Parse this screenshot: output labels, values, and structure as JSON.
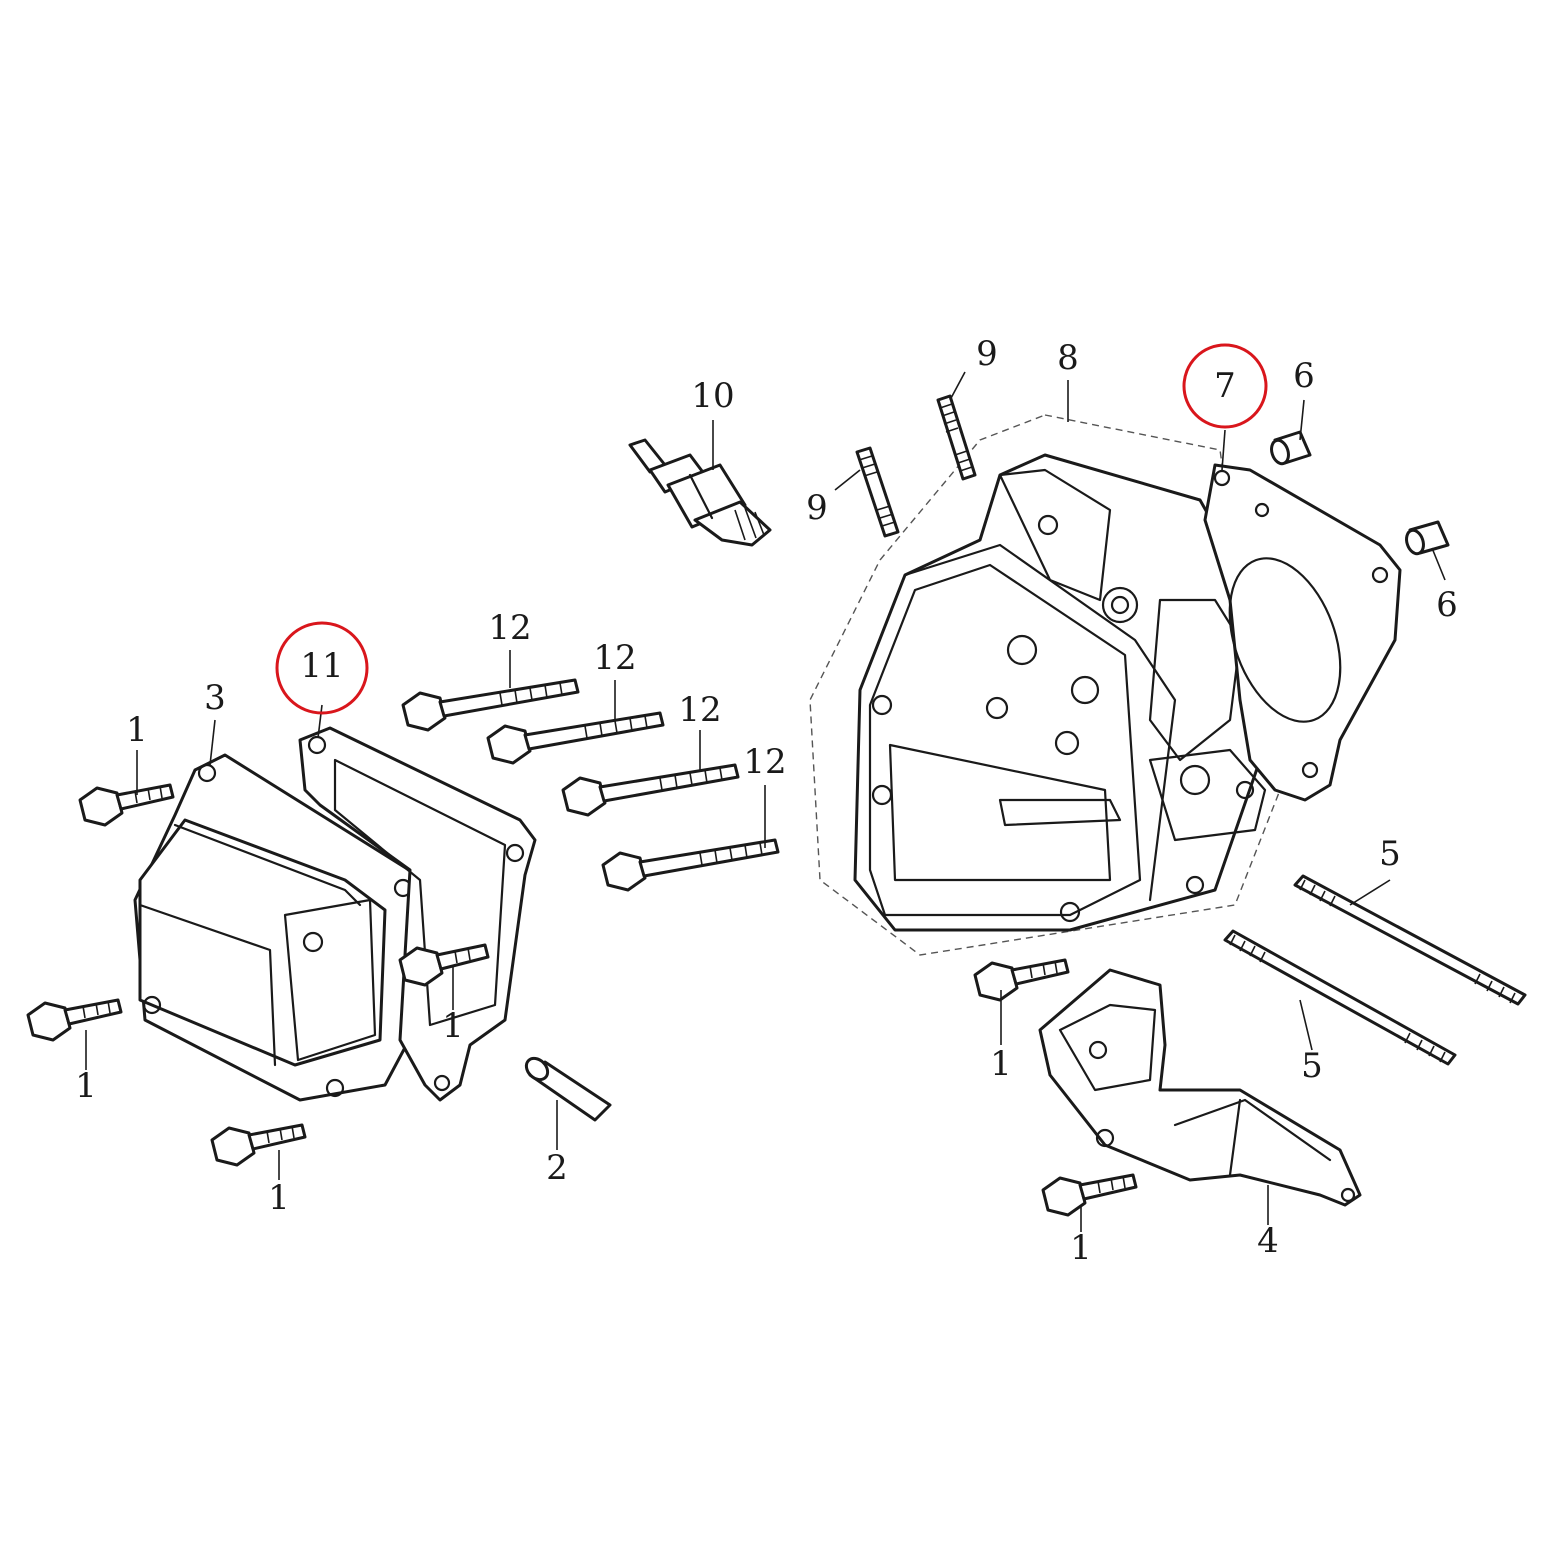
{
  "colors": {
    "line": "#1a1a1a",
    "highlight": "#d9161c",
    "background": "#ffffff"
  },
  "callouts": {
    "c1a": "1",
    "c1b": "1",
    "c1c": "1",
    "c1d": "1",
    "c1e": "1",
    "c1f": "1",
    "c2": "2",
    "c3": "3",
    "c4": "4",
    "c5a": "5",
    "c5b": "5",
    "c6a": "6",
    "c6b": "6",
    "c7": "7",
    "c8": "8",
    "c9a": "9",
    "c9b": "9",
    "c10": "10",
    "c11": "11",
    "c12a": "12",
    "c12b": "12",
    "c12c": "12",
    "c12d": "12"
  },
  "highlighted_callouts": [
    "7",
    "11"
  ]
}
